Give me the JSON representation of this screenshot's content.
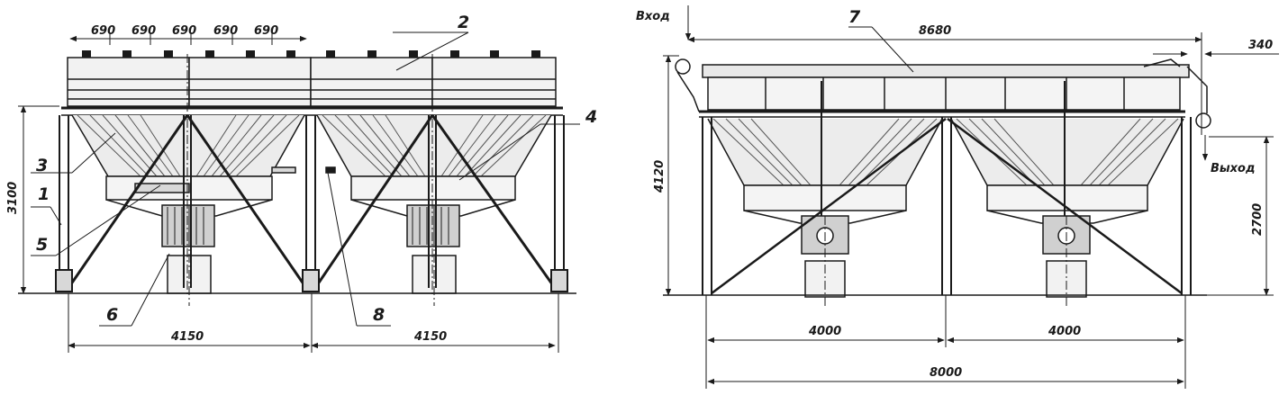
{
  "left_view": {
    "callouts": [
      "1",
      "2",
      "3",
      "4",
      "5",
      "6",
      "8"
    ],
    "pitch_dims": [
      "690",
      "690",
      "690",
      "690",
      "690"
    ],
    "height_dim": "3100",
    "span_dims": [
      "4150",
      "4150"
    ]
  },
  "right_view": {
    "callout": "7",
    "inlet_label": "Вход",
    "outlet_label": "Выход",
    "total_length": "8680",
    "pipe_offset": "340",
    "height_total": "4120",
    "height_outlet": "2700",
    "span_dims": [
      "4000",
      "4000"
    ],
    "overall_span": "8000"
  },
  "colors": {
    "line": "#1a1a1a",
    "fill": "#f2f2f2",
    "hatch": "#555555"
  }
}
